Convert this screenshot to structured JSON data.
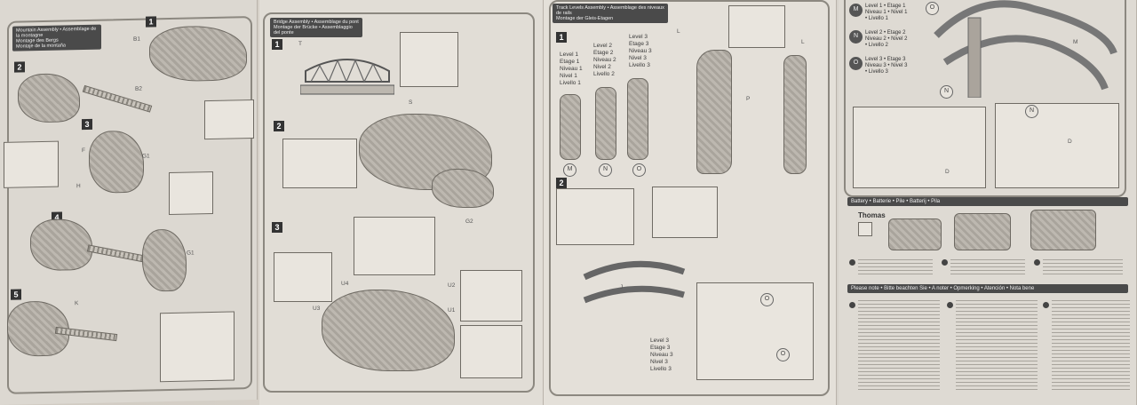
{
  "panels": {
    "mountain": {
      "header": "Mountain Assembly • Assemblage de la montagne\nMontage des Bergs\nMontaje de la montaña",
      "steps": [
        "1",
        "2",
        "3",
        "4",
        "5"
      ],
      "parts": [
        "B1",
        "B2",
        "F",
        "G1",
        "H",
        "G1",
        "K"
      ]
    },
    "bridge": {
      "header": "Bridge Assembly • Assemblage du pont\nMontage der Brücke • Assemblaggio del ponte",
      "steps": [
        "1",
        "2",
        "3"
      ],
      "parts": [
        "T",
        "S",
        "G2",
        "U4",
        "U3",
        "U2",
        "U1"
      ]
    },
    "track": {
      "header": "Track Levels Assembly • Assemblage des niveaux de rails\nMontage der Gleis-Etagen",
      "steps": [
        "1",
        "2"
      ],
      "levels": [
        "Level 1\nEtage 1\nNiveau 1\nNivel 1\nLivello 1",
        "Level 2\nEtage 2\nNiveau 2\nNivel 2\nLivello 2",
        "Level 3\nEtage 3\nNiveau 3\nNivel 3\nLivello 3"
      ],
      "pieces": [
        "M",
        "N",
        "O"
      ],
      "parts": [
        "L",
        "L",
        "P",
        "J",
        "O",
        "O"
      ],
      "bottom_level": "Level 3\nEtage 3\nNiveau 3\nNivel 3\nLivello 3"
    },
    "levels": {
      "legend": [
        {
          "key": "M",
          "text": "Level 1 • Etage 1\nNiveau 1 • Nivel 1\n• Livello 1"
        },
        {
          "key": "N",
          "text": "Level 2 • Etage 2\nNiveau 2 • Nivel 2\n• Livello 2"
        },
        {
          "key": "O",
          "text": "Level 3 • Etage 3\nNiveau 3 • Nivel 3\n• Livello 3"
        }
      ],
      "parts": [
        "O",
        "M",
        "N",
        "D",
        "N",
        "D"
      ],
      "battery_header": "Battery • Batterie • Pile • Batterij • Pila",
      "battery_title": "Thomas",
      "note_header": "Please note • Bitte beachten Sie • A noter • Opmerking • Atención • Nota bene"
    }
  }
}
